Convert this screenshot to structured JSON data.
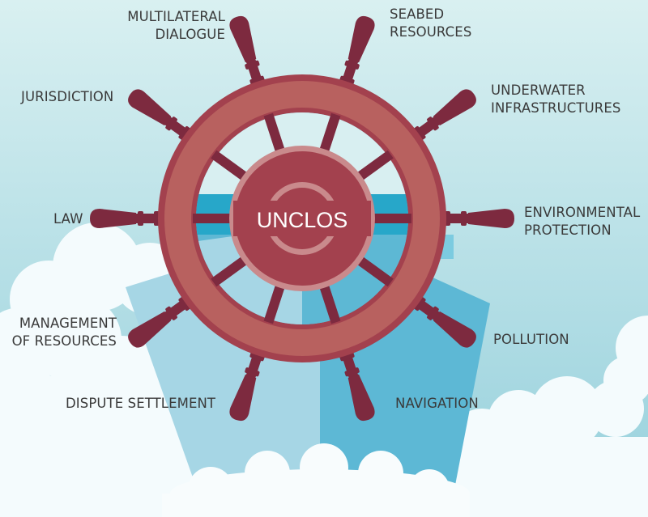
{
  "center_label": "UNCLOS",
  "labels": {
    "multilateral_dialogue": [
      "MULTILATERAL",
      "DIALOGUE"
    ],
    "seabed_resources": [
      "SEABED",
      "RESOURCES"
    ],
    "jurisdiction": [
      "JURISDICTION"
    ],
    "underwater_infrastructures": [
      "UNDERWATER",
      "INFRASTRUCTURES"
    ],
    "law": [
      "LAW"
    ],
    "environmental_protection": [
      "ENVIRONMENTAL",
      "PROTECTION"
    ],
    "management_of_resources": [
      "MANAGEMENT",
      "OF RESOURCES"
    ],
    "pollution": [
      "POLLUTION"
    ],
    "dispute_settlement": [
      "DISPUTE SETTLEMENT"
    ],
    "navigation": [
      "NAVIGATION"
    ]
  },
  "colors": {
    "sky_top": "#d6eef0",
    "sky_bottom": "#9fd4de",
    "cloud": "#f4fbfd",
    "hull_light": "#a7d8e6",
    "hull_mid": "#5fb8d4",
    "hull_dark": "#2fa8c8",
    "wheel_rim": "#b15c5f",
    "wheel_dark": "#a3414e",
    "handle": "#7d2a3f",
    "hub_ring": "#c98a8c"
  }
}
